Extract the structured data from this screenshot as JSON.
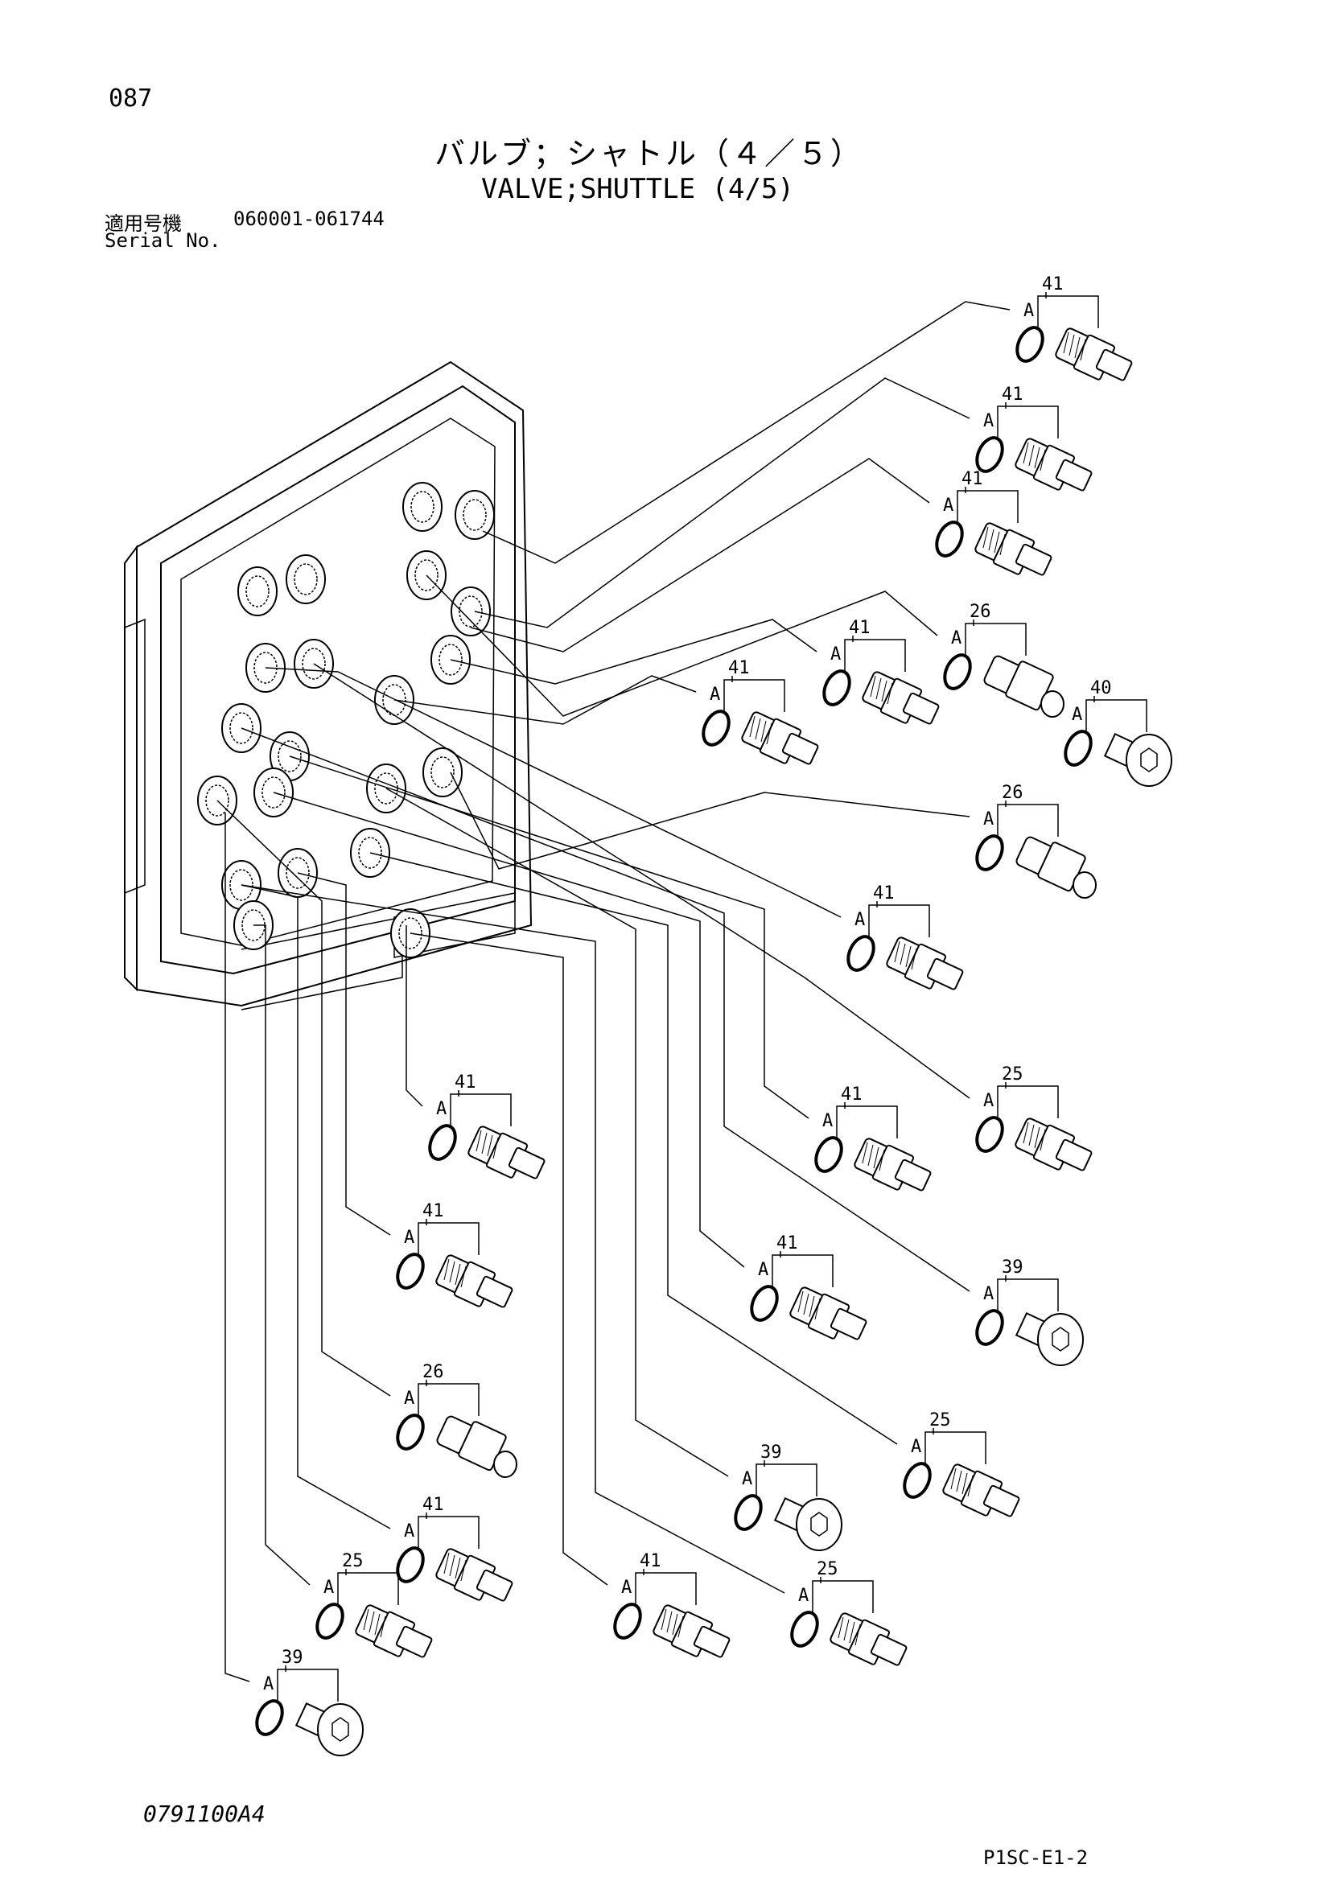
{
  "page_number": "087",
  "title_jp": "バルブ；シャトル（４／５）",
  "title_en": "VALVE;SHUTTLE (4/5)",
  "serial_label_jp": "適用号機",
  "serial_range": "060001-061744",
  "serial_label_en": "Serial No.",
  "drawing_code": "0791100A4",
  "page_code": "P1SC-E1-2",
  "callouts": [
    {
      "part": "41",
      "sub": "A",
      "kind": "fitting"
    },
    {
      "part": "41",
      "sub": "A",
      "kind": "fitting"
    },
    {
      "part": "41",
      "sub": "A",
      "kind": "fitting"
    },
    {
      "part": "41",
      "sub": "A",
      "kind": "fitting"
    },
    {
      "part": "26",
      "sub": "A",
      "kind": "adapter"
    },
    {
      "part": "41",
      "sub": "A",
      "kind": "fitting"
    },
    {
      "part": "40",
      "sub": "A",
      "kind": "plug"
    },
    {
      "part": "26",
      "sub": "A",
      "kind": "adapter"
    },
    {
      "part": "41",
      "sub": "A",
      "kind": "fitting"
    },
    {
      "part": "25",
      "sub": "A",
      "kind": "fitting"
    },
    {
      "part": "41",
      "sub": "A",
      "kind": "fitting"
    },
    {
      "part": "41",
      "sub": "A",
      "kind": "fitting"
    },
    {
      "part": "41",
      "sub": "A",
      "kind": "fitting"
    },
    {
      "part": "39",
      "sub": "A",
      "kind": "plug"
    },
    {
      "part": "41",
      "sub": "A",
      "kind": "fitting"
    },
    {
      "part": "26",
      "sub": "A",
      "kind": "adapter"
    },
    {
      "part": "25",
      "sub": "A",
      "kind": "fitting"
    },
    {
      "part": "39",
      "sub": "A",
      "kind": "plug"
    },
    {
      "part": "41",
      "sub": "A",
      "kind": "fitting"
    },
    {
      "part": "41",
      "sub": "A",
      "kind": "fitting"
    },
    {
      "part": "25",
      "sub": "A",
      "kind": "fitting"
    },
    {
      "part": "25",
      "sub": "A",
      "kind": "fitting"
    },
    {
      "part": "39",
      "sub": "A",
      "kind": "plug"
    }
  ]
}
